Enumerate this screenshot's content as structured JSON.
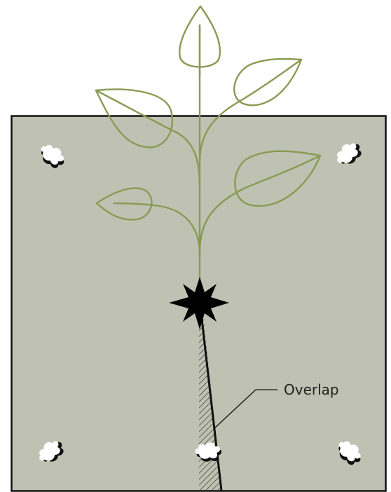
{
  "diagram": {
    "callout_label": "Overlap",
    "colors": {
      "panel_fill": "#bfc2b2",
      "panel_stroke": "#111111",
      "plant_stroke": "#8a9a55",
      "fastener_fill": "#ffffff",
      "fastener_shadow": "#111111",
      "tear_fill": "#000000",
      "hatch": "#2a2a2a"
    },
    "elements": {
      "panel": "backing-panel",
      "plant": "plant-stem-with-leaves",
      "tear": "puncture-star-icon",
      "seam": "overlap-seam",
      "fasteners": [
        "top-left",
        "top-right",
        "bottom-left",
        "bottom-center",
        "bottom-right"
      ]
    }
  }
}
